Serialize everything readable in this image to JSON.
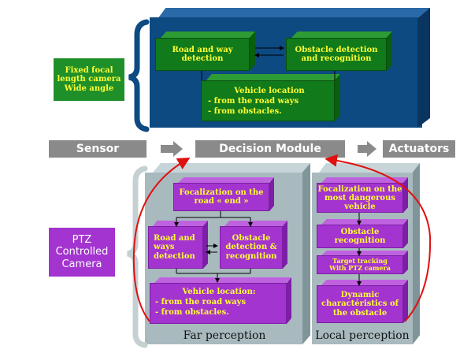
{
  "camera_labels": {
    "fixed": [
      "Fixed focal",
      "length camera",
      "Wide angle"
    ],
    "ptz": [
      "PTZ",
      "Controlled",
      "Camera"
    ]
  },
  "top_boxes": {
    "road_way": [
      "Road and way",
      "detection"
    ],
    "obstacle": [
      "Obstacle detection",
      "and recognition"
    ],
    "vehicle": [
      "Vehicle location",
      "- from the road ways",
      "- from obstacles."
    ]
  },
  "bar": {
    "sensor": "Sensor",
    "decision": "Decision Module",
    "actuators": "Actuators"
  },
  "far": {
    "focal": [
      "Focalization on the",
      "road « end »"
    ],
    "road_ways": [
      "Road and",
      "ways",
      "detection"
    ],
    "obstacle": [
      "Obstacle",
      "detection &",
      "recognition"
    ],
    "vehicle": [
      "Vehicle location:",
      "- from the road ways",
      "- from obstacles."
    ],
    "label": "Far perception"
  },
  "local": {
    "focal": [
      "Focalization on the",
      "most dangerous",
      "vehicle"
    ],
    "obstacle": [
      "Obstacle",
      "recognition"
    ],
    "tracking": [
      "Target tracking",
      "With PTZ camera"
    ],
    "dynamic": [
      "Dynamic",
      "charactéristics of",
      "the obstacle"
    ],
    "label": "Local perception"
  },
  "colors": {
    "blue_panel": "#0d4a82",
    "green_box": "#117a1a",
    "violet_box": "#a334cf",
    "gray_panel": "#a9babf",
    "label_green": "#1f8f2a",
    "arrow_red": "#e01010",
    "text_yellow": "#ffff33"
  }
}
